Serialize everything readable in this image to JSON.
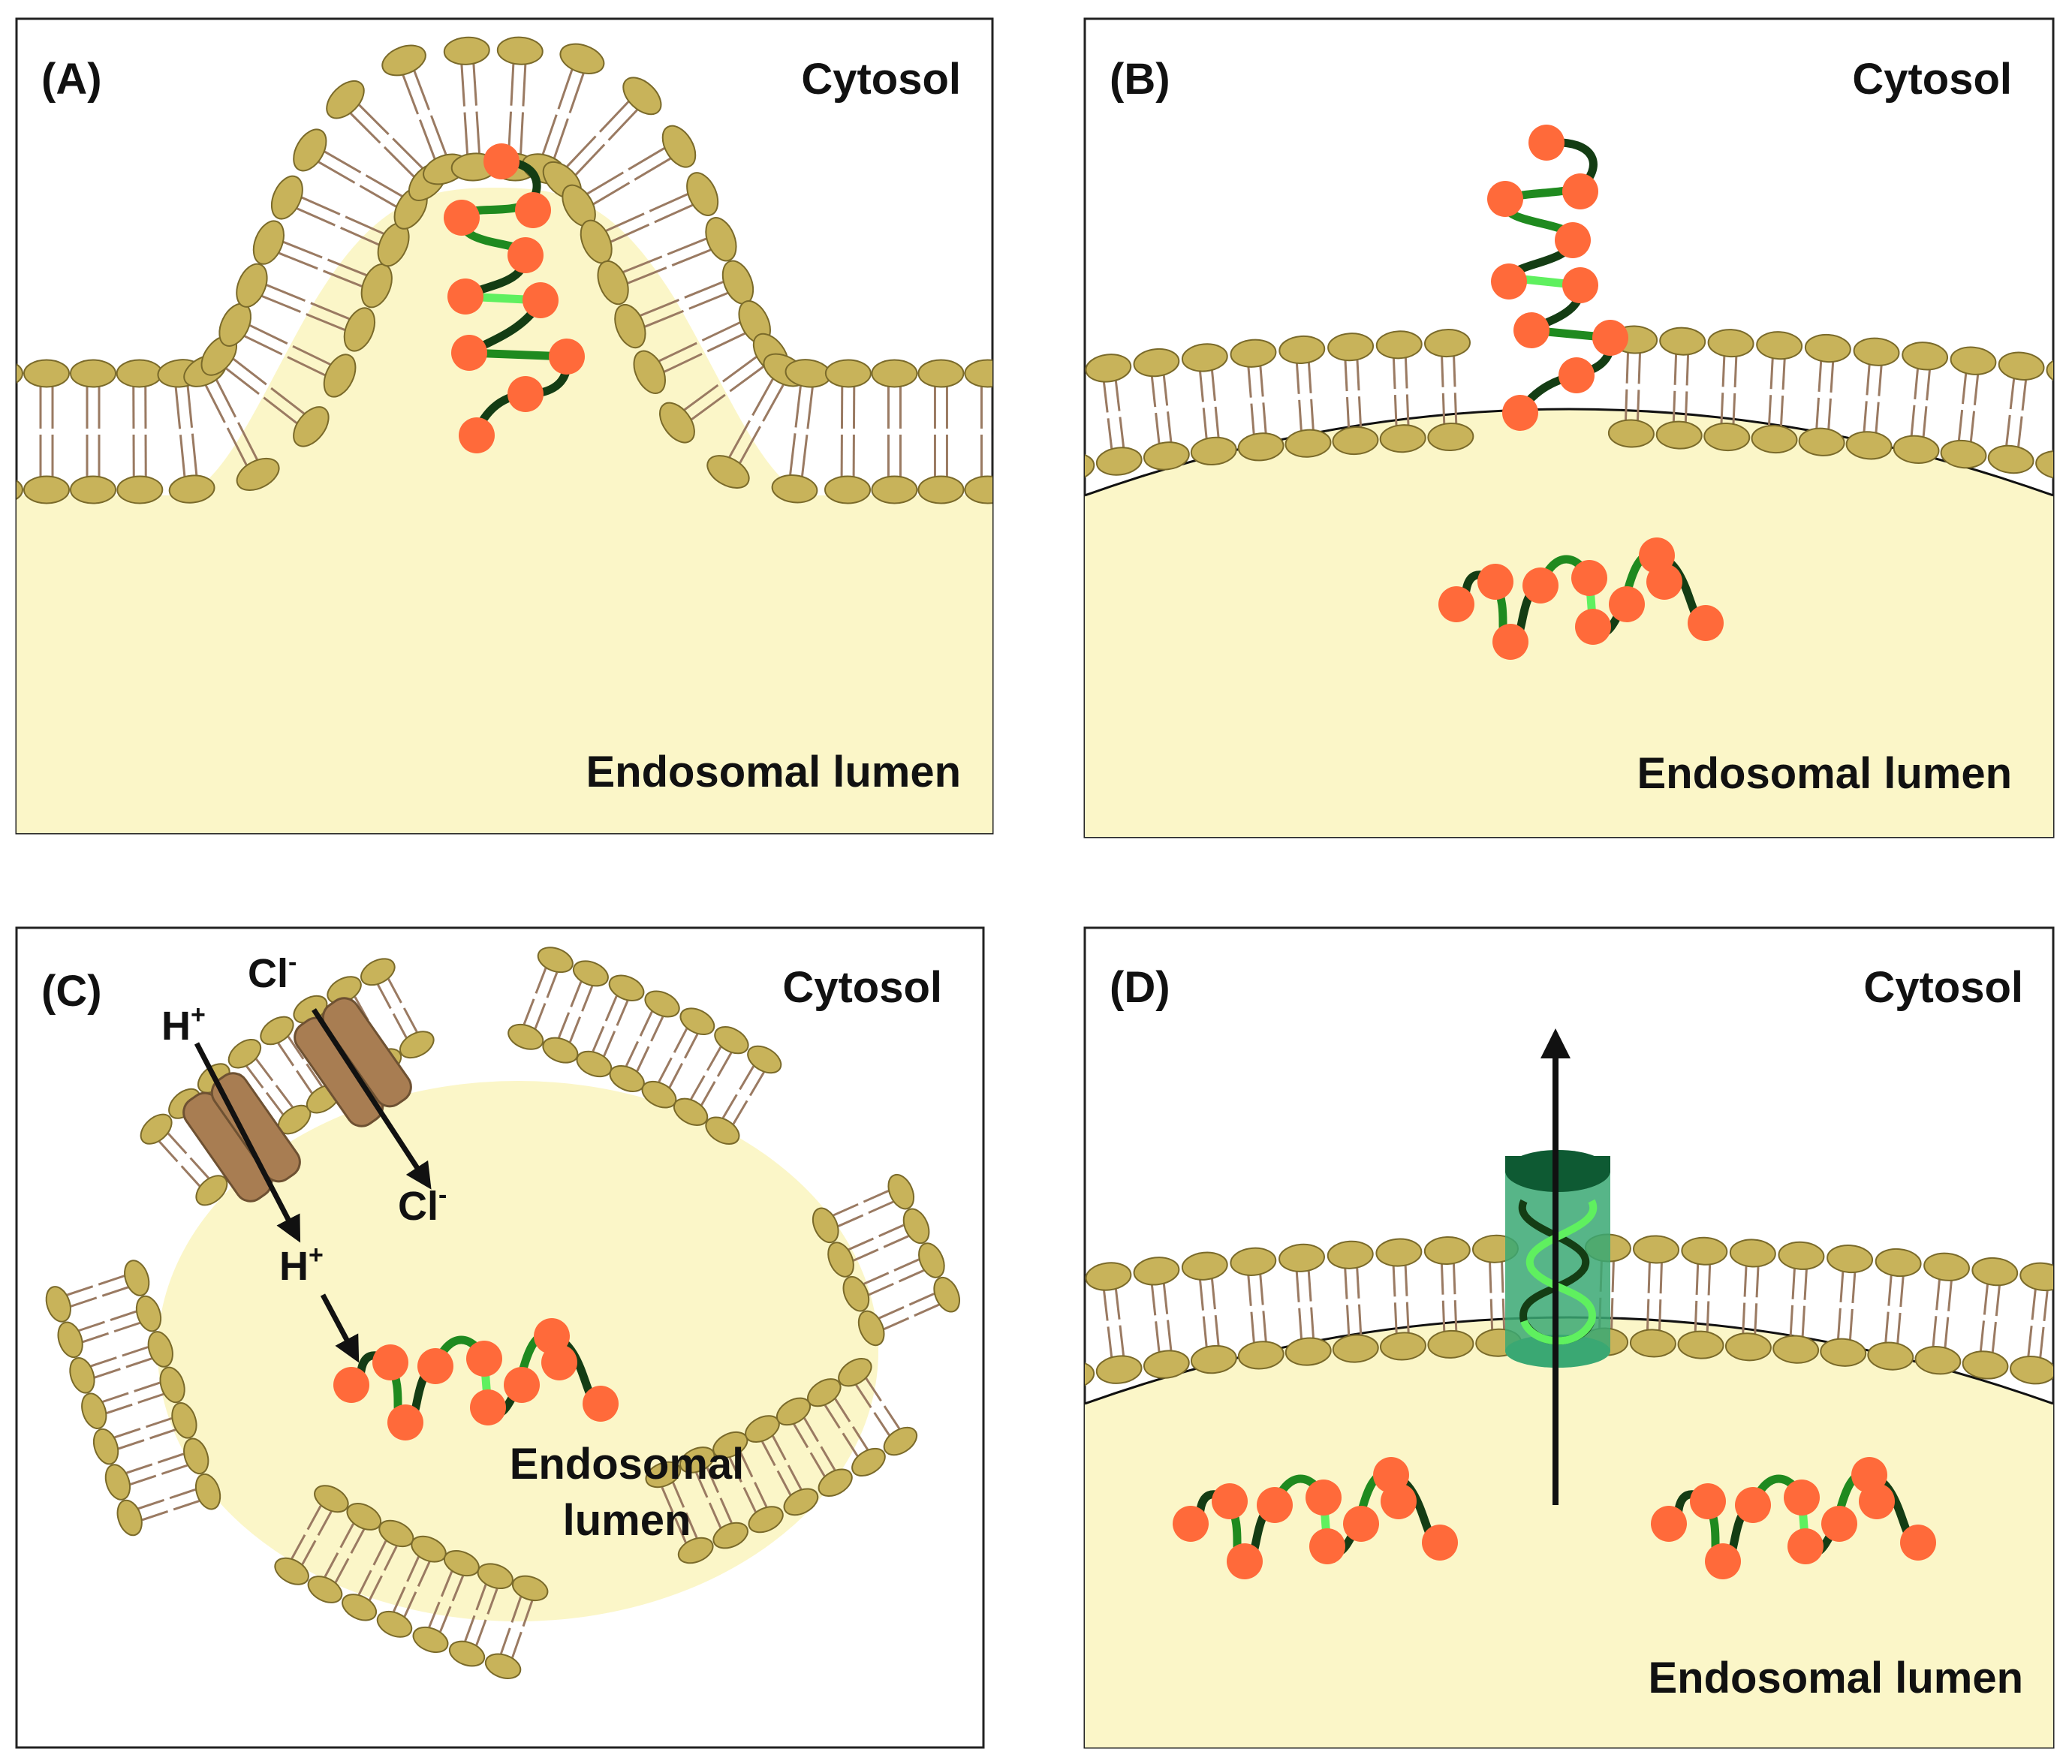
{
  "colors": {
    "lumen": "#fbf6c8",
    "headgroup": "#c8b35a",
    "headgroup_dark": "#7a6a2a",
    "tail": "#9a7a62",
    "bead": "#ff6a3a",
    "chain_dark": "#143d14",
    "chain_mid": "#1f8a1f",
    "chain_light": "#5ff05f",
    "channel": "#a87d52",
    "pore_top": "#0e5a33",
    "pore_body": "#3aa873"
  },
  "panels": [
    {
      "id": "A",
      "label": "(A)",
      "cytosol": "Cytosol",
      "lumen": "Endosomal lumen"
    },
    {
      "id": "B",
      "label": "(B)",
      "cytosol": "Cytosol",
      "lumen": "Endosomal lumen"
    },
    {
      "id": "C",
      "label": "(C)",
      "cytosol": "Cytosol",
      "lumen_line1": "Endosomal",
      "lumen_line2": "lumen",
      "ions": {
        "h_base": "H",
        "h_sup": "+",
        "cl_base": "Cl",
        "cl_sup": "-"
      }
    },
    {
      "id": "D",
      "label": "(D)",
      "cytosol": "Cytosol",
      "lumen": "Endosomal lumen"
    }
  ]
}
